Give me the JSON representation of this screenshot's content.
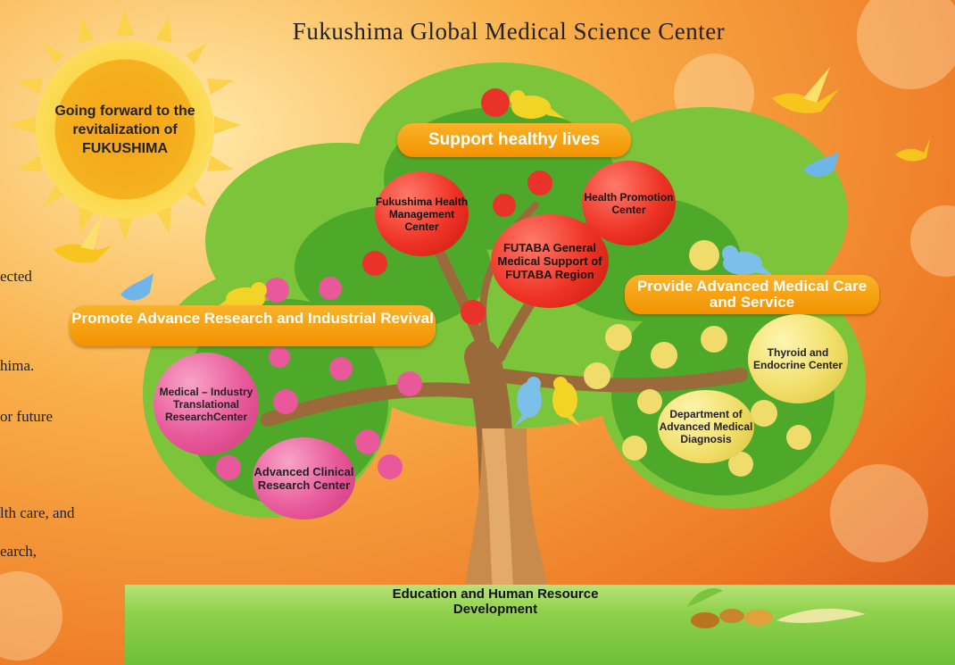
{
  "title": "Fukushima Global Medical Science Center",
  "sun_text": "Going forward to the revitalization of FUKUSHIMA",
  "side_text": [
    "ected",
    "hima.",
    "or future",
    "lth care, and",
    "earch,"
  ],
  "banners": {
    "support": "Support healthy lives",
    "research": "Promote Advance Research and Industrial Revival",
    "advanced": "Provide Advanced Medical Care and Service"
  },
  "fruits": {
    "health_mgmt": "Fukushima Health Management Center",
    "health_promo": "Health Promotion Center",
    "futaba": "FUTABA General Medical Support of FUTABA Region",
    "translational": "Medical – Industry Translational ResearchCenter",
    "clinical": "Advanced Clinical Research Center",
    "thyroid": "Thyroid and Endocrine Center",
    "diagnosis": "Department of Advanced Medical Diagnosis"
  },
  "ground_text": "Education and Human Resource Development"
}
